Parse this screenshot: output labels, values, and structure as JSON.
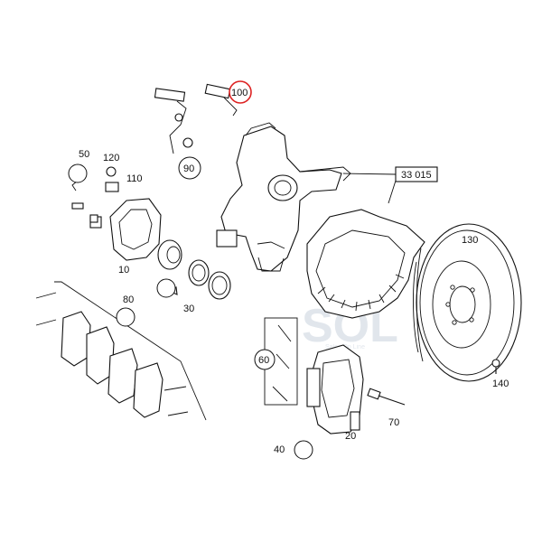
{
  "callouts": {
    "c10": "10",
    "c20": "20",
    "c30": "30",
    "c40": "40",
    "c50": "50",
    "c60": "60",
    "c70": "70",
    "c80": "80",
    "c90": "90",
    "c100": "100",
    "c110": "110",
    "c120": "120",
    "c130": "130",
    "c140": "140",
    "ref": "33 015"
  },
  "highlight_color": "#d22222",
  "watermark": {
    "logo": "SOL",
    "tagline": "Sales On Line"
  }
}
